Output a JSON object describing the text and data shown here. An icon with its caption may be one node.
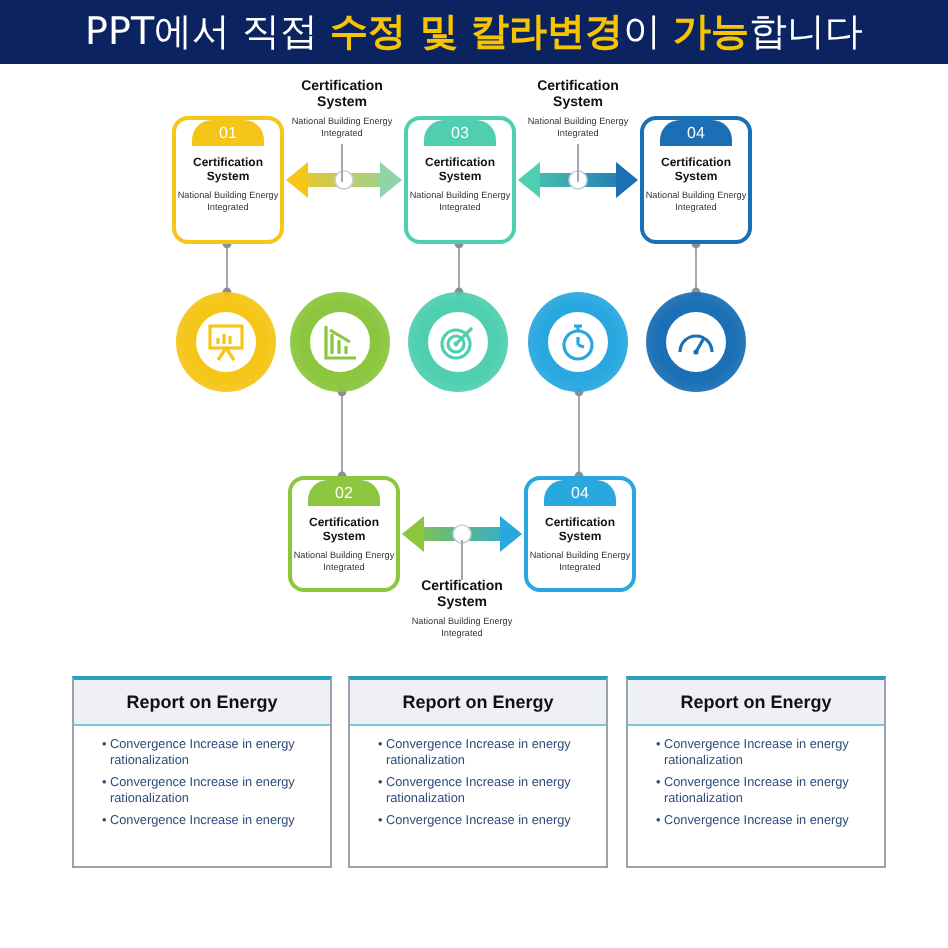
{
  "diagram": {
    "title": "PPT에서 직접 **수정 및 칼라변경**이 **가능**합니다",
    "nodes": [
      {
        "text": [
          "01",
          "Certification System",
          "National Building Energy Integrated"
        ]
      },
      {
        "text": [
          "03",
          "Certification System",
          "National Building Energy Integrated"
        ]
      },
      {
        "text": [
          "04",
          "Certification System",
          "National Building Energy Integrated"
        ]
      },
      {
        "text": [],
        "shape": "circle"
      },
      {
        "text": [],
        "shape": "circle"
      },
      {
        "text": [],
        "shape": "circle"
      },
      {
        "text": [],
        "shape": "circle"
      },
      {
        "text": [],
        "shape": "circle"
      },
      {
        "text": [
          "02",
          "Certification System",
          "National Building Energy Integrated"
        ]
      },
      {
        "text": [
          "04",
          "Certification System",
          "National Building Energy Integrated"
        ]
      },
      {
        "text": [
          "Certification System",
          "National Building Energy Integrated"
        ]
      },
      {
        "text": [
          "Certification System",
          "National Building Energy Integrated"
        ]
      },
      {
        "text": [
          "Certification System",
          "National Building Energy Integrated"
        ]
      },
      {
        "text": [
          "Report on Energy",
          "• Convergence Increase in energy rationalization",
          "• Convergence Increase in energy rationalization",
          "• Convergence Increase in energy"
        ]
      },
      {
        "text": [
          "Report on Energy",
          "• Convergence Increase in energy rationalization",
          "• Convergence Increase in energy rationalization",
          "• Convergence Increase in energy"
        ]
      },
      {
        "text": [
          "Report on Energy",
          "• Convergence Increase in energy rationalization",
          "• Convergence Increase in energy rationalization",
          "• Convergence Increase in energy"
        ]
      }
    ],
    "edges": [
      {
        "from": 0,
        "to": 1,
        "arrow": "both",
        "style": "thick",
        "color": "#8fd3a8"
      },
      {
        "from": 1,
        "to": 2,
        "arrow": "both",
        "style": "thick",
        "color": "#1a6fb5"
      },
      {
        "from": 8,
        "to": 9,
        "arrow": "both",
        "style": "thick",
        "color": "#29a8e0"
      },
      {
        "from": 0,
        "to": 3,
        "arrow": "other"
      },
      {
        "from": 1,
        "to": 5,
        "arrow": "other"
      },
      {
        "from": 2,
        "to": 7,
        "arrow": "other"
      },
      {
        "from": 4,
        "to": 8,
        "arrow": "other"
      },
      {
        "from": 6,
        "to": 9,
        "arrow": "other"
      },
      {
        "from": 10,
        "to": null,
        "arrow": "none"
      },
      {
        "from": 11,
        "to": null,
        "arrow": "none"
      },
      {
        "from": 12,
        "to": null,
        "arrow": "none"
      }
    ]
  }
}
